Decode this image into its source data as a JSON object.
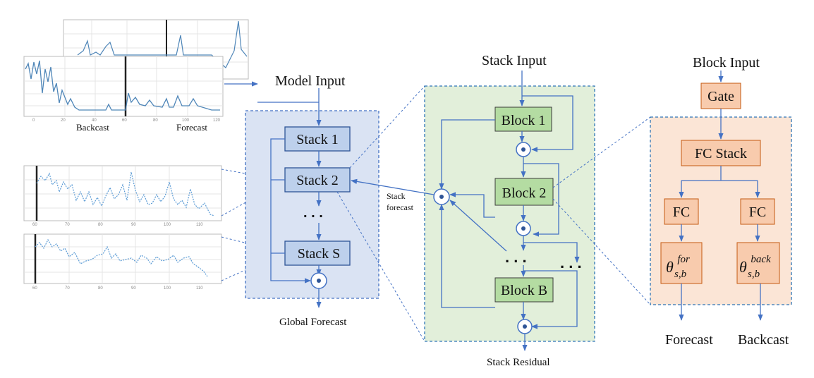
{
  "labels": {
    "model_input": "Model Input",
    "global_forecast": "Global Forecast",
    "stack_input": "Stack Input",
    "stack_residual": "Stack Residual",
    "stack_forecast_line1": "Stack",
    "stack_forecast_line2": "forecast",
    "block_input": "Block Input",
    "forecast": "Forecast",
    "backcast": "Backcast",
    "ellipsis": ". . .",
    "ellipsis_right": ". . ."
  },
  "model": {
    "stacks": [
      "Stack 1",
      "Stack 2",
      "Stack S"
    ]
  },
  "stack": {
    "blocks": [
      "Block 1",
      "Block 2",
      "Block B"
    ]
  },
  "block": {
    "gate": "Gate",
    "fc_stack": "FC Stack",
    "fc_left": "FC",
    "fc_right": "FC",
    "theta_left": {
      "base": "θ",
      "sup": "for",
      "sub": "s,b"
    },
    "theta_right": {
      "base": "θ",
      "sup": "back",
      "sub": "s,b"
    }
  },
  "plots": {
    "top": {
      "backcast_label": "Backcast",
      "forecast_label": "Forecast",
      "x_ticks": [
        "0",
        "20",
        "40",
        "60",
        "80",
        "100",
        "120"
      ]
    },
    "middle": {
      "x_ticks": [
        "60",
        "70",
        "80",
        "90",
        "100",
        "110"
      ]
    },
    "bottom": {
      "x_ticks": [
        "60",
        "70",
        "80",
        "90",
        "100",
        "110"
      ]
    }
  },
  "colors": {
    "arrow": "#4472c4",
    "model_panel": "#dae3f3",
    "stack_box": "#bdd0ec",
    "stack_panel": "#e2efda",
    "block_box": "#b4dca2",
    "block_panel": "#fbe5d6",
    "block_node": "#f8cbad"
  }
}
